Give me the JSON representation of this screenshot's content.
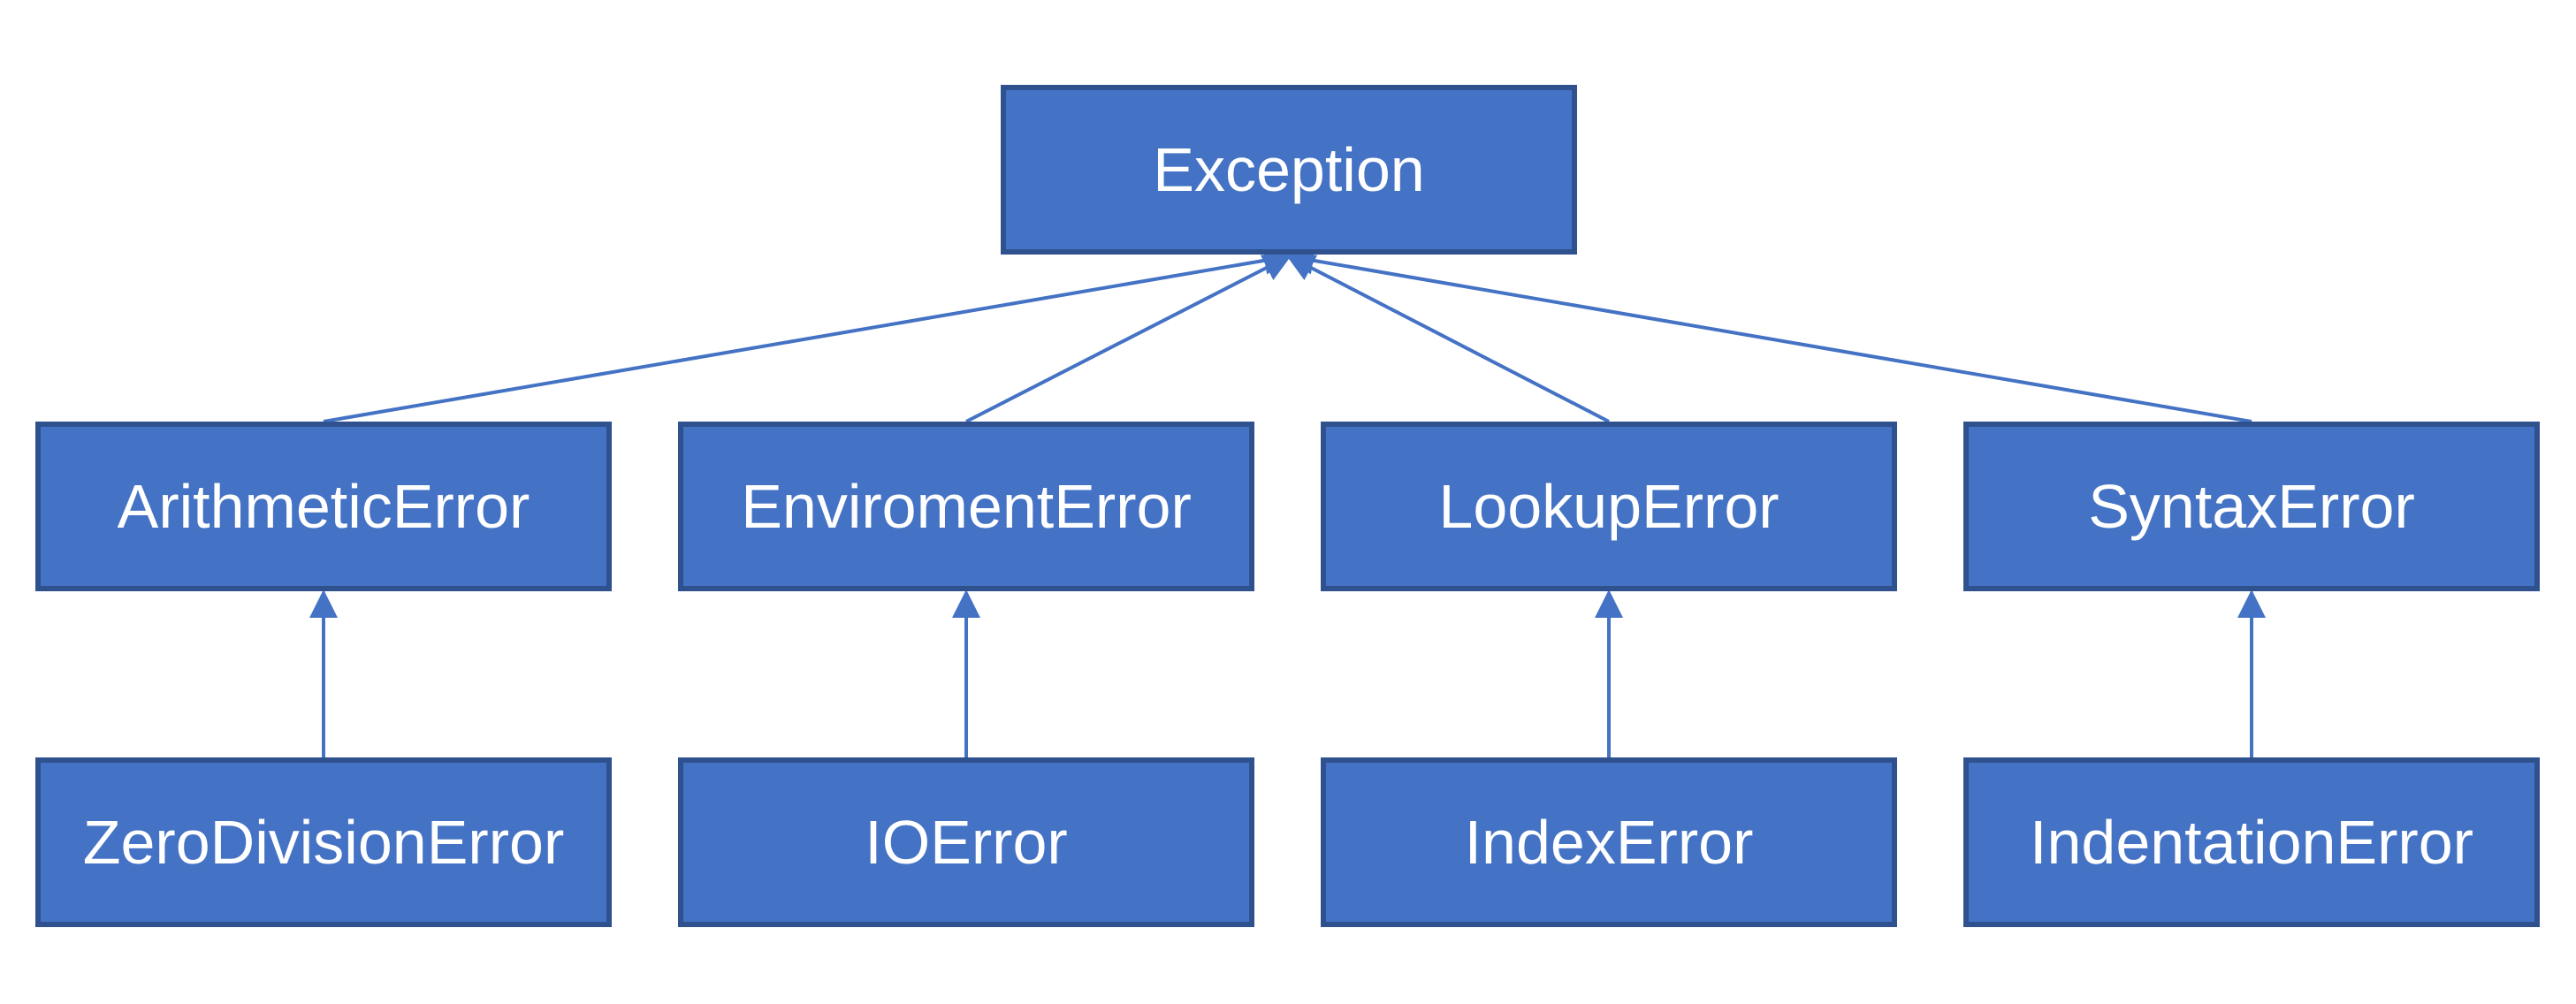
{
  "colors": {
    "box_fill": "#4472c4",
    "box_border": "#2f528f",
    "text": "#ffffff",
    "edge": "#4472c4",
    "background": "#ffffff"
  },
  "nodes": {
    "root": {
      "id": "exception",
      "label": "Exception"
    },
    "level1": [
      {
        "id": "arithmetic-error",
        "label": "ArithmeticError"
      },
      {
        "id": "enviroment-error",
        "label": "EnviromentError"
      },
      {
        "id": "lookup-error",
        "label": "LookupError"
      },
      {
        "id": "syntax-error",
        "label": "SyntaxError"
      }
    ],
    "level2": [
      {
        "id": "zero-division-error",
        "label": "ZeroDivisionError"
      },
      {
        "id": "io-error",
        "label": "IOError"
      },
      {
        "id": "index-error",
        "label": "IndexError"
      },
      {
        "id": "indentation-error",
        "label": "IndentationError"
      }
    ]
  },
  "edges": [
    {
      "from": "arithmetic-error",
      "to": "exception"
    },
    {
      "from": "enviroment-error",
      "to": "exception"
    },
    {
      "from": "lookup-error",
      "to": "exception"
    },
    {
      "from": "syntax-error",
      "to": "exception"
    },
    {
      "from": "zero-division-error",
      "to": "arithmetic-error"
    },
    {
      "from": "io-error",
      "to": "enviroment-error"
    },
    {
      "from": "index-error",
      "to": "lookup-error"
    },
    {
      "from": "indentation-error",
      "to": "syntax-error"
    }
  ]
}
